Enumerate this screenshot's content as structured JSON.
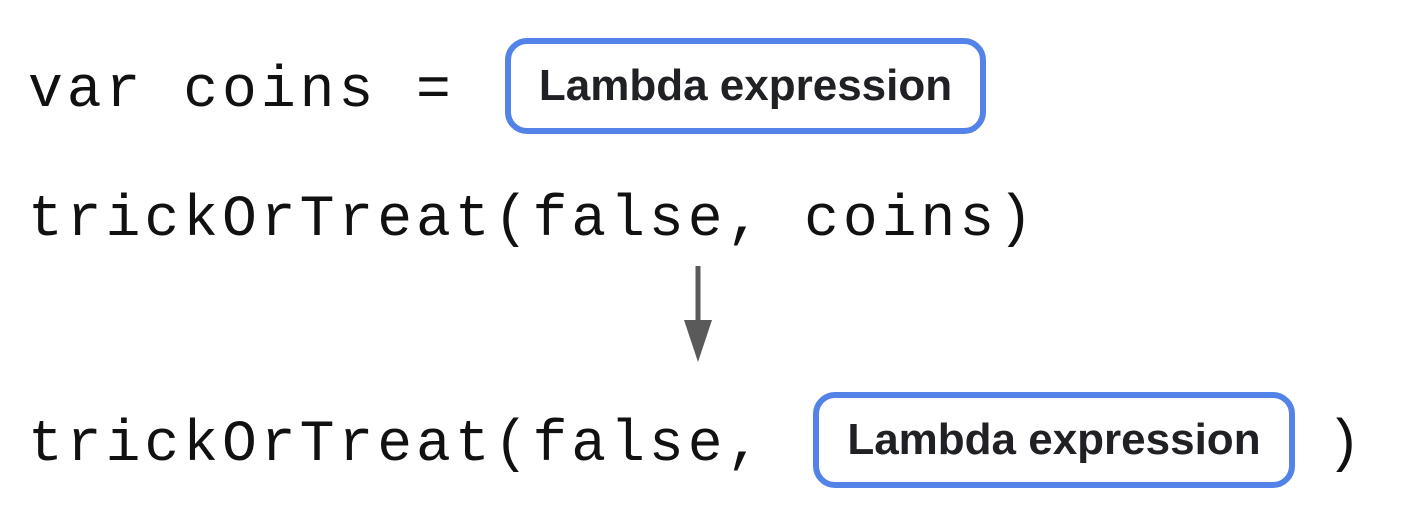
{
  "colors": {
    "box_border": "#5383E8",
    "code_text": "#111111",
    "label_text": "#202124",
    "arrow": "#5A5A5A",
    "background": "#FFFFFF"
  },
  "line1": {
    "code": "var coins =",
    "box_label": "Lambda expression"
  },
  "line2": {
    "code": "trickOrTreat(false, coins)"
  },
  "arrow": {
    "icon": "down-arrow-icon"
  },
  "line3": {
    "code_before": "trickOrTreat(false,",
    "box_label": "Lambda expression",
    "code_after": ")"
  }
}
